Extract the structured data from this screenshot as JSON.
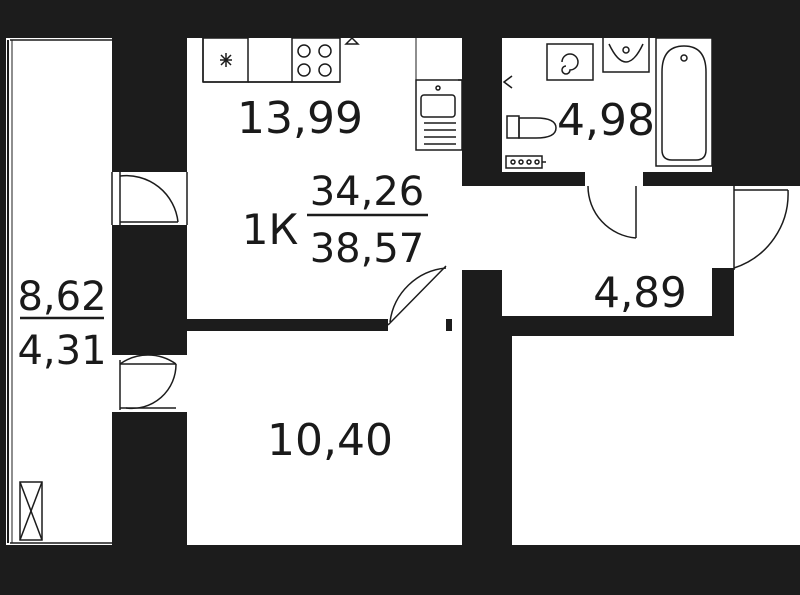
{
  "colors": {
    "wall": "#1c1c1c",
    "background": "#ffffff",
    "line": "#1c1c1c",
    "dashed_mark": "#7a7a7a"
  },
  "apartment": {
    "type_label": "1К",
    "living_area": "34,26",
    "total_area": "38,57"
  },
  "rooms": {
    "kitchen_area": "13,99",
    "bathroom_area": "4,98",
    "hall_area": "4,89",
    "bedroom_area": "10,40",
    "balcony_total": "8,62",
    "balcony_reduced": "4,31"
  },
  "fixtures": [
    "refrigerator-icon",
    "stove-icon",
    "sink-icon",
    "washing-machine-icon",
    "washbasin-icon",
    "bathtub-icon",
    "toilet-icon",
    "heater-icon",
    "ventilation-icon"
  ]
}
